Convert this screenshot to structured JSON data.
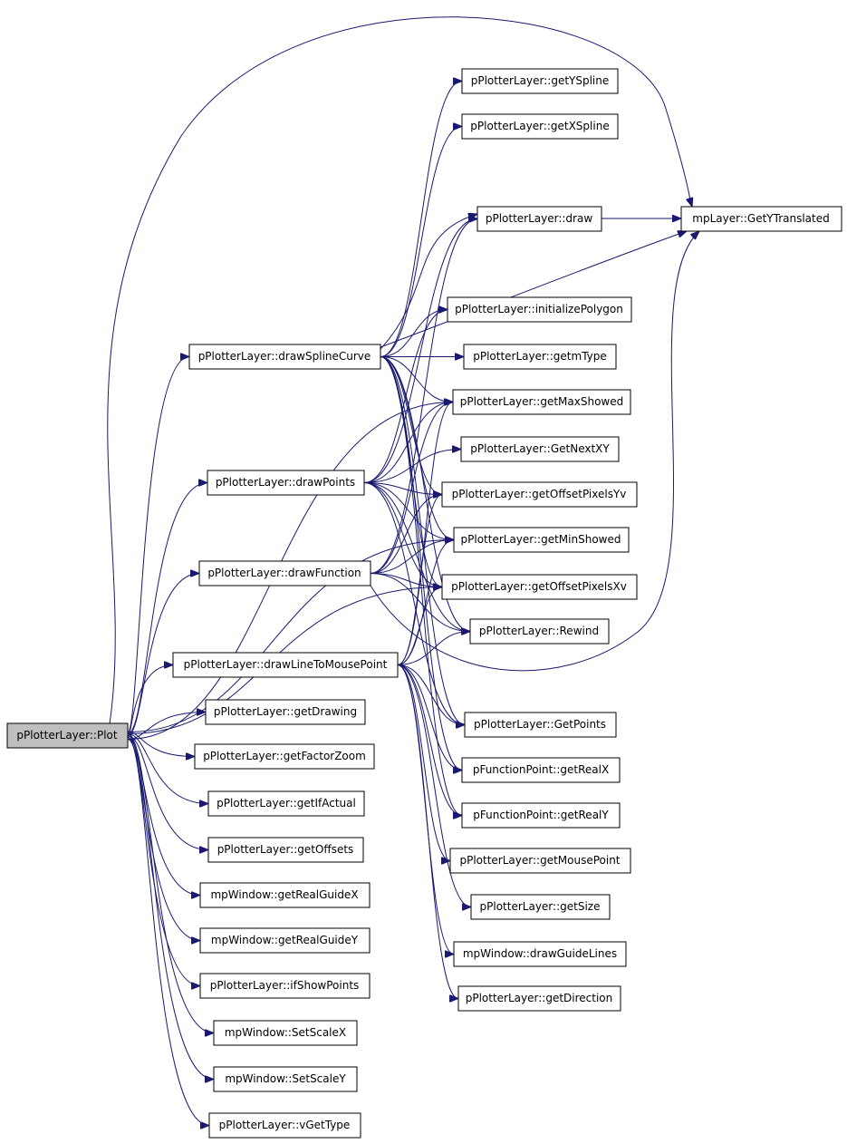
{
  "colors": {
    "edge": "#191970",
    "node_border": "#000000",
    "node_fill": "#ffffff",
    "root_fill": "#bfbfbf"
  },
  "nodes": {
    "plot": "pPlotterLayer::Plot",
    "drawSplineCurve": "pPlotterLayer::drawSplineCurve",
    "drawPoints": "pPlotterLayer::drawPoints",
    "drawFunction": "pPlotterLayer::drawFunction",
    "drawLineToMousePoint": "pPlotterLayer::drawLineToMousePoint",
    "getDrawing": "pPlotterLayer::getDrawing",
    "getFactorZoom": "pPlotterLayer::getFactorZoom",
    "getIfActual": "pPlotterLayer::getIfActual",
    "getOffsets": "pPlotterLayer::getOffsets",
    "getRealGuideX": "mpWindow::getRealGuideX",
    "getRealGuideY": "mpWindow::getRealGuideY",
    "ifShowPoints": "pPlotterLayer::ifShowPoints",
    "setScaleX": "mpWindow::SetScaleX",
    "setScaleY": "mpWindow::SetScaleY",
    "vGetType": "pPlotterLayer::vGetType",
    "getYSpline": "pPlotterLayer::getYSpline",
    "getXSpline": "pPlotterLayer::getXSpline",
    "draw": "pPlotterLayer::draw",
    "initializePolygon": "pPlotterLayer::initializePolygon",
    "getmType": "pPlotterLayer::getmType",
    "getMaxShowed": "pPlotterLayer::getMaxShowed",
    "getNextXY": "pPlotterLayer::GetNextXY",
    "getOffsetPixelsYv": "pPlotterLayer::getOffsetPixelsYv",
    "getMinShowed": "pPlotterLayer::getMinShowed",
    "getOffsetPixelsXv": "pPlotterLayer::getOffsetPixelsXv",
    "rewind": "pPlotterLayer::Rewind",
    "getPoints": "pPlotterLayer::GetPoints",
    "getRealX": "pFunctionPoint::getRealX",
    "getRealY": "pFunctionPoint::getRealY",
    "getMousePoint": "pPlotterLayer::getMousePoint",
    "getSize": "pPlotterLayer::getSize",
    "drawGuideLines": "mpWindow::drawGuideLines",
    "getDirection": "pPlotterLayer::getDirection",
    "getYTranslated": "mpLayer::GetYTranslated"
  },
  "edges": [
    [
      "plot",
      "drawSplineCurve"
    ],
    [
      "plot",
      "drawPoints"
    ],
    [
      "plot",
      "drawFunction"
    ],
    [
      "plot",
      "drawLineToMousePoint"
    ],
    [
      "plot",
      "getDrawing"
    ],
    [
      "plot",
      "getFactorZoom"
    ],
    [
      "plot",
      "getIfActual"
    ],
    [
      "plot",
      "getOffsets"
    ],
    [
      "plot",
      "getRealGuideX"
    ],
    [
      "plot",
      "getRealGuideY"
    ],
    [
      "plot",
      "ifShowPoints"
    ],
    [
      "plot",
      "setScaleX"
    ],
    [
      "plot",
      "setScaleY"
    ],
    [
      "plot",
      "vGetType"
    ],
    [
      "plot",
      "getMaxShowed"
    ],
    [
      "plot",
      "getMinShowed"
    ],
    [
      "plot",
      "getOffsetPixelsXv"
    ],
    [
      "plot",
      "getYTranslated"
    ],
    [
      "drawSplineCurve",
      "getYSpline"
    ],
    [
      "drawSplineCurve",
      "getXSpline"
    ],
    [
      "drawSplineCurve",
      "draw"
    ],
    [
      "drawSplineCurve",
      "getYTranslated"
    ],
    [
      "drawSplineCurve",
      "initializePolygon"
    ],
    [
      "drawSplineCurve",
      "getmType"
    ],
    [
      "drawSplineCurve",
      "getMaxShowed"
    ],
    [
      "drawSplineCurve",
      "getOffsetPixelsYv"
    ],
    [
      "drawSplineCurve",
      "getMinShowed"
    ],
    [
      "drawSplineCurve",
      "getOffsetPixelsXv"
    ],
    [
      "drawSplineCurve",
      "rewind"
    ],
    [
      "drawSplineCurve",
      "getPoints"
    ],
    [
      "drawSplineCurve",
      "getRealX"
    ],
    [
      "drawSplineCurve",
      "getRealY"
    ],
    [
      "drawPoints",
      "draw"
    ],
    [
      "drawPoints",
      "initializePolygon"
    ],
    [
      "drawPoints",
      "getMaxShowed"
    ],
    [
      "drawPoints",
      "getNextXY"
    ],
    [
      "drawPoints",
      "getOffsetPixelsYv"
    ],
    [
      "drawPoints",
      "getMinShowed"
    ],
    [
      "drawPoints",
      "getOffsetPixelsXv"
    ],
    [
      "drawPoints",
      "rewind"
    ],
    [
      "drawPoints",
      "getPoints"
    ],
    [
      "drawFunction",
      "draw"
    ],
    [
      "drawFunction",
      "getMaxShowed"
    ],
    [
      "drawFunction",
      "getOffsetPixelsYv"
    ],
    [
      "drawFunction",
      "getMinShowed"
    ],
    [
      "drawFunction",
      "getOffsetPixelsXv"
    ],
    [
      "drawFunction",
      "rewind"
    ],
    [
      "drawFunction",
      "getYTranslated"
    ],
    [
      "drawLineToMousePoint",
      "getMaxShowed"
    ],
    [
      "drawLineToMousePoint",
      "getOffsetPixelsYv"
    ],
    [
      "drawLineToMousePoint",
      "getMinShowed"
    ],
    [
      "drawLineToMousePoint",
      "getOffsetPixelsXv"
    ],
    [
      "drawLineToMousePoint",
      "rewind"
    ],
    [
      "drawLineToMousePoint",
      "getPoints"
    ],
    [
      "drawLineToMousePoint",
      "getRealX"
    ],
    [
      "drawLineToMousePoint",
      "getRealY"
    ],
    [
      "drawLineToMousePoint",
      "getMousePoint"
    ],
    [
      "drawLineToMousePoint",
      "getSize"
    ],
    [
      "drawLineToMousePoint",
      "drawGuideLines"
    ],
    [
      "drawLineToMousePoint",
      "getDirection"
    ],
    [
      "draw",
      "getYTranslated"
    ]
  ]
}
